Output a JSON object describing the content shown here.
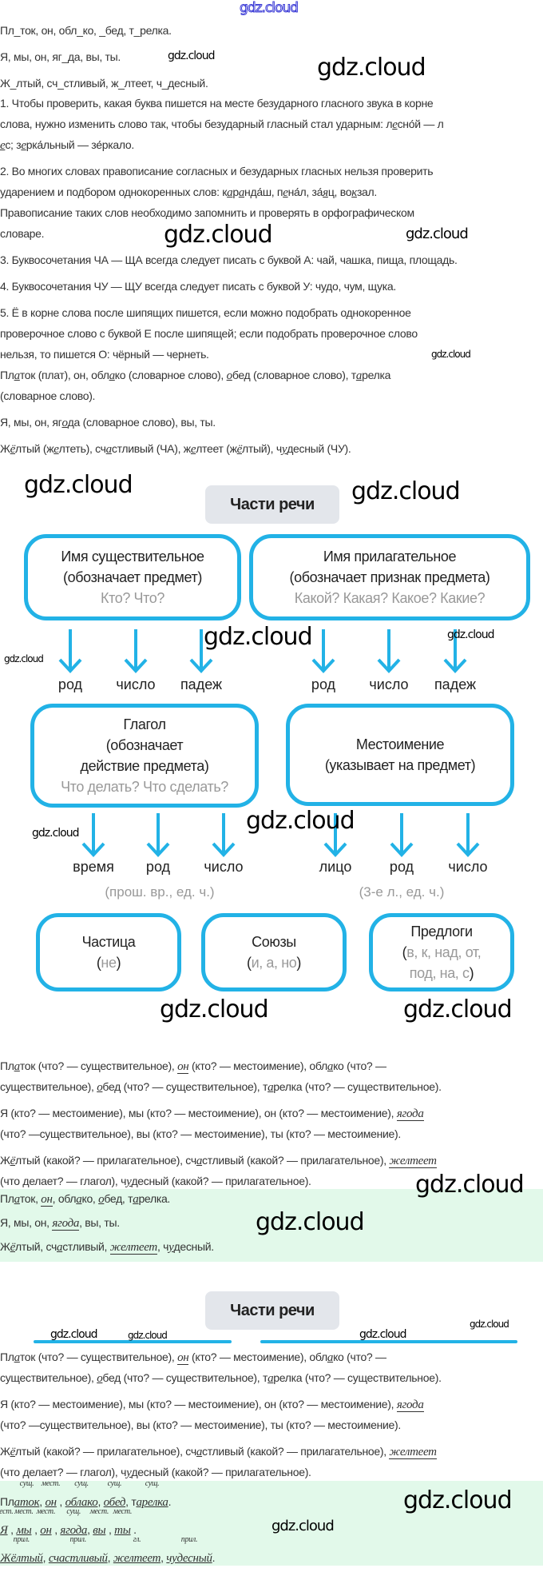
{
  "colors": {
    "accent": "#22b2e6",
    "highlight": "#e2f9ea",
    "muted": "#999999"
  },
  "task_lines": [
    [
      "Пл_ток, он, обл_ко, _бед, т_релка."
    ],
    [
      "Я, мы, он, яг_да, вы, ты."
    ],
    [
      "Ж_лтый, сч_стливый, ж_лтеет, ч_десный."
    ]
  ],
  "rules": [
    [
      [
        "1. Чтобы проверить, какая буква пишется на месте безударного гласного звука в корне"
      ],
      [
        "слова, нужно изменить слово так, чтобы безударный гласный стал ударным: л",
        {
          "u": "е"
        },
        "сно́й — л"
      ],
      [
        {
          "u": "е"
        },
        "с; з",
        {
          "u": "е"
        },
        "рка́льный — зе́ркало."
      ]
    ],
    [
      [
        "2. Во многих словах правописание согласных и безударных гласных нельзя проверить"
      ],
      [
        "ударением и подбором однокоренных слов: к",
        {
          "u": "а"
        },
        "р",
        {
          "u": "а"
        },
        "нда́ш, п",
        {
          "u": "е"
        },
        "на́л, за́",
        {
          "u": "я"
        },
        "ц, во",
        {
          "u": "к"
        },
        "зал."
      ],
      [
        "Правописание таких слов необходимо запомнить и проверять в орфографическом"
      ],
      [
        "словаре."
      ]
    ],
    [
      [
        "3. Буквосочетания ЧА — ЩА всегда следует писать с буквой А: чай, чашка, пища, площадь."
      ]
    ],
    [
      [
        "4. Буквосочетания ЧУ — ЩУ всегда следует писать с буквой У: чудо, чум, щука."
      ]
    ],
    [
      [
        "5. Ё в корне слова после шипящих пишется, если можно подобрать однокоренное"
      ],
      [
        "проверочное слово с буквой Е после шипящей; если подобрать проверочное слово"
      ],
      [
        "нельзя, то пишется О: чёрный — чернеть."
      ],
      [
        "Пл",
        {
          "u": "а"
        },
        "ток (плат), он, обл",
        {
          "u": "а"
        },
        "ко (словарное слово), ",
        {
          "u": "о"
        },
        "бед (словарное слово), т",
        {
          "u": "а"
        },
        "релка"
      ],
      [
        "(словарное слово)."
      ]
    ],
    [
      [
        "Я, мы, он, яг",
        {
          "u": "о"
        },
        "да (словарное слово), вы, ты."
      ]
    ],
    [
      [
        "Ж",
        {
          "u": "ё"
        },
        "лтый (ж",
        {
          "u": "е"
        },
        "лтеть), сч",
        {
          "u": "а"
        },
        "стливый (ЧА), ж",
        {
          "u": "е"
        },
        "лтеет (ж",
        {
          "u": "ё"
        },
        "лтый), ч",
        {
          "u": "у"
        },
        "десный (ЧУ)."
      ]
    ]
  ],
  "diagram": {
    "title": "Части речи",
    "noun": {
      "title": "Имя существительное",
      "desc": "(обозначает предмет)",
      "q": "Кто? Что?",
      "features": [
        "род",
        "число",
        "падеж"
      ]
    },
    "adj": {
      "title": "Имя прилагательное",
      "desc": "(обозначает признак предмета)",
      "q": "Какой? Какая? Какое? Какие?",
      "features": [
        "род",
        "число",
        "падеж"
      ]
    },
    "verb": {
      "title": "Глагол",
      "desc1": "(обозначает",
      "desc2": "действие предмета)",
      "q": "Что делать? Что сделать?",
      "features": [
        "время",
        "род",
        "число"
      ],
      "note": "(прош. вр., ед. ч.)"
    },
    "pron": {
      "title": "Местоимение",
      "desc": "(указывает на предмет)",
      "features": [
        "лицо",
        "род",
        "число"
      ],
      "note": "(3-е л., ед. ч.)"
    },
    "particle": {
      "title": "Частица",
      "ex_open": "(",
      "ex": "не",
      "ex_close": ")"
    },
    "conj": {
      "title": "Союзы",
      "ex_open": "(",
      "ex": "и, а, но",
      "ex_close": ")"
    },
    "prep": {
      "title": "Предлоги",
      "ex_open": "(",
      "ex1": "в, к, над, от,",
      "ex2": "под, на, с",
      "ex_close": ")"
    }
  },
  "analysis": [
    [
      [
        "Пл",
        {
          "u": "а"
        },
        "ток (что? — существительное), ",
        {
          "uw": "он"
        },
        " (кто? — местоимение), обл",
        {
          "u": "а"
        },
        "ко (что? —"
      ],
      [
        "существительное), ",
        {
          "u": "о"
        },
        "бед (что? — существительное), т",
        {
          "u": "а"
        },
        "релка (что? — существительное)."
      ]
    ],
    [
      [
        "Я (кто? — местоимение), мы (кто? — местоимение), он (кто? — местоимение), ",
        {
          "uw": "ягода"
        }
      ],
      [
        "(что? —существительное), вы (кто? — местоимение), ты (кто? — местоимение)."
      ]
    ],
    [
      [
        "Ж",
        {
          "u": "ё"
        },
        "лтый (какой? — прилагательное), сч",
        {
          "u": "а"
        },
        "стливый (какой? — прилагательное), ",
        {
          "uw": "желтеет"
        }
      ],
      [
        "(что делает? — глагол), ч",
        {
          "u": "у"
        },
        "десный (какой? — прилагательное)."
      ]
    ]
  ],
  "answer1": [
    [
      "Пл",
      {
        "u": "а"
      },
      "ток, ",
      {
        "uw": "он"
      },
      ", обл",
      {
        "u": "а"
      },
      "ко, ",
      {
        "u": "о"
      },
      "бед, т",
      {
        "u": "а"
      },
      "релка."
    ],
    [
      "Я, мы, он, ",
      {
        "uw": "ягода"
      },
      ", вы, ты."
    ],
    [
      "Ж",
      {
        "u": "ё"
      },
      "лтый, сч",
      {
        "u": "а"
      },
      "стливый, ",
      {
        "uw": "желтеет"
      },
      ", ч",
      {
        "u": "у"
      },
      "десный."
    ]
  ],
  "answer2": [
    [
      "Пл",
      {
        "a": "сущ.",
        "w": "аток"
      },
      ", ",
      {
        "a": "мест.",
        "w": "он"
      },
      " , ",
      {
        "a": "сущ.",
        "w": "облако"
      },
      ", ",
      {
        "a": "сущ.",
        "w": "обед"
      },
      ", т",
      {
        "a": "сущ.",
        "w": "арелка"
      },
      "."
    ],
    [
      {
        "a": "мест.",
        "w": "Я"
      },
      " , ",
      {
        "a": "мест.",
        "w": "мы"
      },
      " , ",
      {
        "a": "мест.",
        "w": "он"
      },
      " , ",
      {
        "a": "сущ.",
        "w": "ягода"
      },
      ", ",
      {
        "a": "мест.",
        "w": "вы"
      },
      " , ",
      {
        "a": "мест.",
        "w": "ты"
      },
      " ."
    ],
    [
      {
        "a": "прил.",
        "w": "Жёлтый"
      },
      ", ",
      {
        "a": "прил.",
        "w": "счастливый"
      },
      ", ",
      {
        "a": "гл.",
        "w": "желтеет"
      },
      ", ",
      {
        "a": "прил.",
        "w": "чудесный"
      },
      "."
    ]
  ],
  "watermarks": [
    "gdz.cloud",
    "gdz.cloud",
    "gdz.cloud",
    "gdz.cloud",
    "gdz.cloud",
    "gdz.cloud",
    "gdz.cloud",
    "gdz.cloud",
    "gdz.cloud",
    "gdz.cloud",
    "gdz.cloud",
    "gdz.cloud",
    "gdz.cloud",
    "gdz.cloud",
    "gdz.cloud",
    "gdz.cloud",
    "gdz.cloud",
    "gdz.cloud",
    "gdz.cloud",
    "gdz.cloud",
    "gdz.cloud",
    "gdz.cloud",
    "gdz.cloud"
  ]
}
